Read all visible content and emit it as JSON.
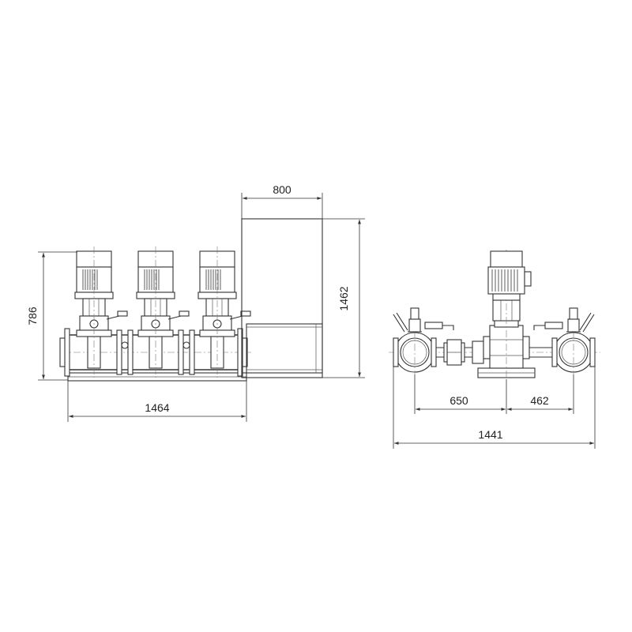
{
  "dimensions": {
    "front_width": "1464",
    "front_height": "786",
    "tank_width": "800",
    "tank_height": "1462",
    "side_left_offset": "650",
    "side_right_offset": "462",
    "side_total_width": "1441"
  },
  "colors": {
    "line": "#333333",
    "background": "#ffffff"
  }
}
